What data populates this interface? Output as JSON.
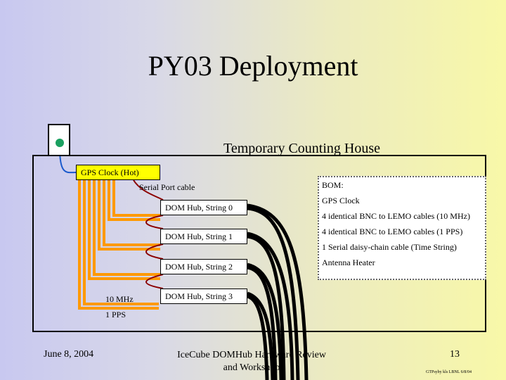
{
  "slide": {
    "title": "PY03 Deployment",
    "house_label": "Temporary Counting House",
    "gps_clock": "GPS Clock (Hot)",
    "serial_label": "Serial Port cable",
    "hubs": [
      "DOM Hub, String 0",
      "DOM Hub, String 1",
      "DOM Hub, String 2",
      "DOM Hub, String 3"
    ],
    "label_10mhz": "10 MHz",
    "label_1pps": "1 PPS",
    "bom": {
      "heading": "BOM:",
      "items": [
        "GPS Clock",
        "4 identical BNC to LEMO cables (10 MHz)",
        "4 identical BNC to LEMO cables (1 PPS)",
        "1 Serial daisy-chain cable (Time String)",
        "Antenna Heater"
      ]
    },
    "footer": {
      "date": "June 8, 2004",
      "center": "IceCube DOMHub Hardware Review and Workshop",
      "page": "13",
      "tag": "GTPsyby kls LBNL 6/8/04"
    },
    "colors": {
      "gps_box": "#ffff00",
      "orange_cables": "#ff9900",
      "serial_cable": "#8b0000",
      "antenna_cable": "#1a5acc",
      "string_cables": "#000000"
    }
  }
}
